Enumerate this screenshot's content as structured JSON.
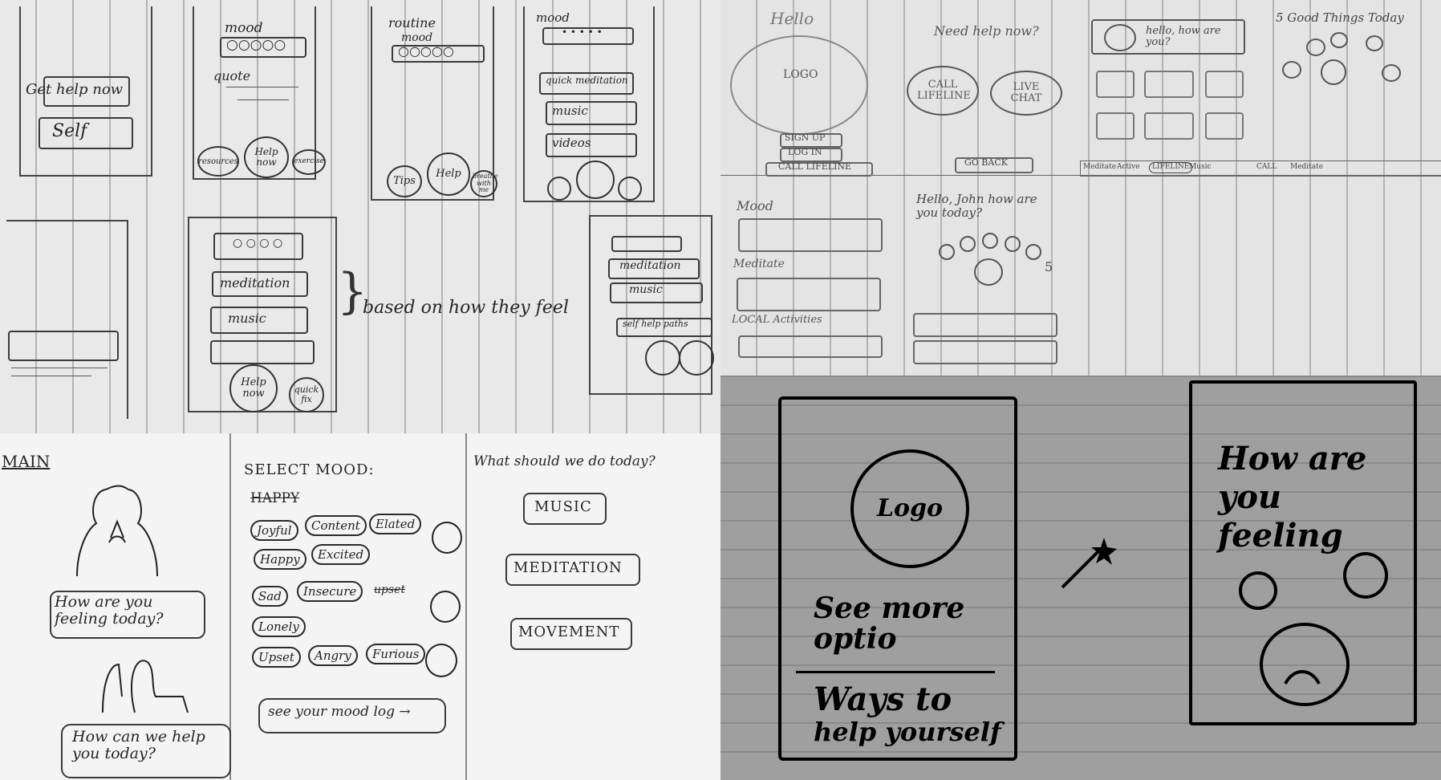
{
  "panel_a": {
    "card1": {
      "get_help": "Get help now",
      "self": "Self"
    },
    "card2": {
      "mood": "mood",
      "quote": "quote",
      "resources": "resources",
      "help_now": "Help now",
      "exercise": "exercise"
    },
    "card3": {
      "routine": "routine",
      "mood": "mood",
      "tips": "Tips",
      "help": "Help",
      "breathe": "breathe with me"
    },
    "card4": {
      "mood": "mood",
      "quick_meditation": "quick meditation",
      "music": "music",
      "videos": "videos"
    },
    "card6": {
      "meditation": "meditation",
      "music": "music",
      "help_now": "Help now",
      "quick_fix": "quick fix"
    },
    "annotation": "based on how they feel",
    "card7": {
      "meditation": "meditation",
      "music": "music",
      "self_help": "self help paths"
    }
  },
  "panel_b": {
    "f1": {
      "hello": "Hello",
      "logo": "LOGO",
      "sign_up": "SIGN UP",
      "log_in": "LOG IN",
      "call_lifeline": "CALL LIFELINE"
    },
    "f2": {
      "need_help": "Need help now?",
      "call_lifeline": "CALL LIFELINE",
      "live_chat": "LIVE CHAT",
      "go_back": "GO BACK"
    },
    "f3": {
      "greeting": "hello, how are you?",
      "nav": [
        "Meditate",
        "Active",
        "LIFELINE",
        "Music"
      ]
    },
    "f4": {
      "good_things": "5 Good Things Today",
      "nav": [
        "CALL",
        "Meditate"
      ]
    },
    "f5": {
      "mood": "Mood",
      "meditate": "Meditate",
      "local_activities": "LOCAL Activities"
    },
    "f6": {
      "hello_john": "Hello, John how are you today?",
      "five": "5"
    }
  },
  "panel_c": {
    "main": {
      "title": "MAIN",
      "how_feeling": "How are you feeling today?",
      "how_help": "How can we help you today?"
    },
    "mood": {
      "title": "SELECT MOOD:",
      "happy_group": "HAPPY",
      "happy_pills": [
        "Joyful",
        "Content",
        "Elated",
        "Happy",
        "Excited"
      ],
      "sad_pills": [
        "Sad",
        "Insecure",
        "Lonely"
      ],
      "upset": "upset",
      "angry_pills": [
        "Upset",
        "Angry",
        "Furious"
      ],
      "mood_log": "see your mood log →"
    },
    "activities": {
      "title": "What should we do today?",
      "options": [
        "MUSIC",
        "MEDITATION",
        "MOVEMENT"
      ]
    }
  },
  "panel_d": {
    "logo": "Logo",
    "see_more": "See more optio",
    "ways_to": "Ways to",
    "help_yourself": "help yourself",
    "how_are_you": "How are you feeling"
  }
}
